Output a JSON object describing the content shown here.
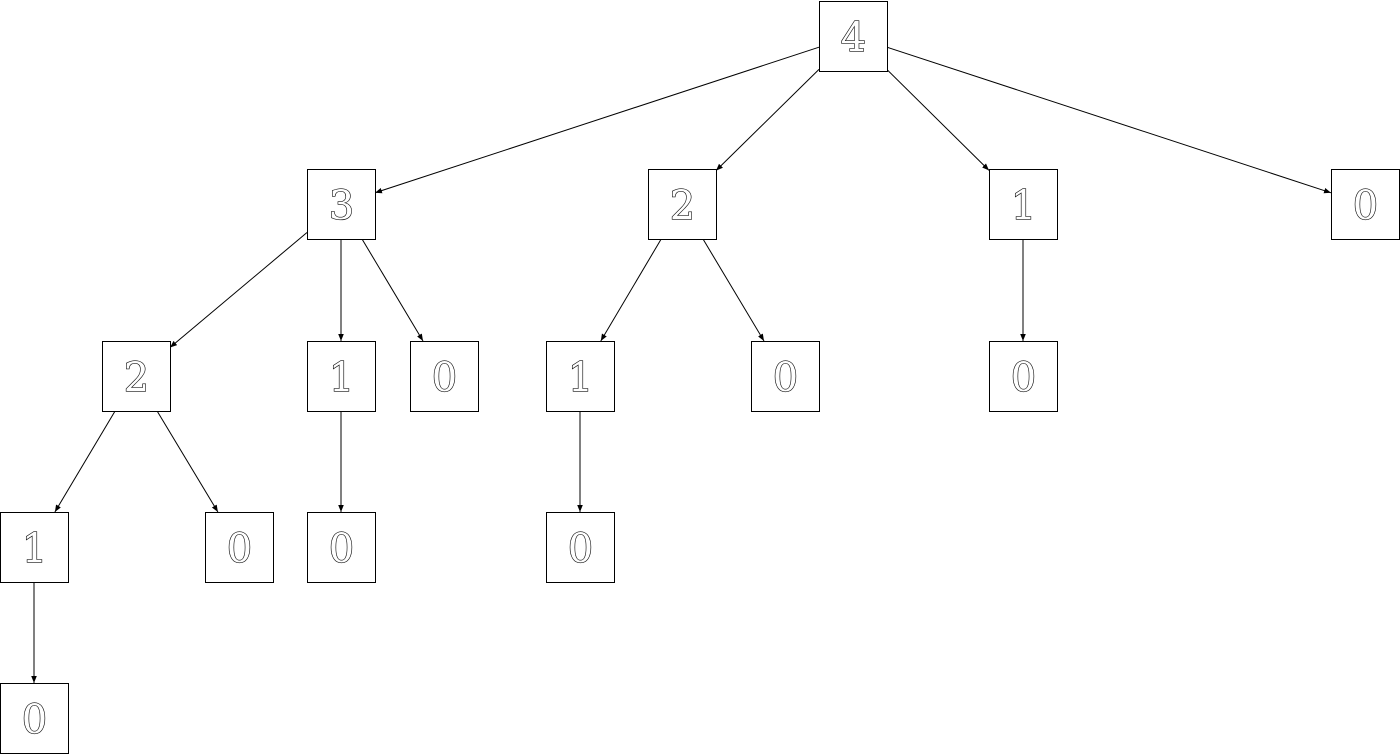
{
  "tree": {
    "nodes": [
      {
        "id": "n0",
        "label": "4"
      },
      {
        "id": "n1",
        "label": "3"
      },
      {
        "id": "n2",
        "label": "2"
      },
      {
        "id": "n3",
        "label": "1"
      },
      {
        "id": "n4",
        "label": "0"
      },
      {
        "id": "n5",
        "label": "2"
      },
      {
        "id": "n6",
        "label": "1"
      },
      {
        "id": "n7",
        "label": "0"
      },
      {
        "id": "n8",
        "label": "1"
      },
      {
        "id": "n9",
        "label": "0"
      },
      {
        "id": "n10",
        "label": "0"
      },
      {
        "id": "n11",
        "label": "1"
      },
      {
        "id": "n12",
        "label": "0"
      },
      {
        "id": "n13",
        "label": "0"
      },
      {
        "id": "n14",
        "label": "0"
      },
      {
        "id": "n15",
        "label": "0"
      }
    ],
    "edges": [
      {
        "from": "n0",
        "to": "n1"
      },
      {
        "from": "n0",
        "to": "n2"
      },
      {
        "from": "n0",
        "to": "n3"
      },
      {
        "from": "n0",
        "to": "n4"
      },
      {
        "from": "n1",
        "to": "n5"
      },
      {
        "from": "n1",
        "to": "n6"
      },
      {
        "from": "n1",
        "to": "n7"
      },
      {
        "from": "n2",
        "to": "n8"
      },
      {
        "from": "n2",
        "to": "n9"
      },
      {
        "from": "n3",
        "to": "n10"
      },
      {
        "from": "n5",
        "to": "n11"
      },
      {
        "from": "n5",
        "to": "n12"
      },
      {
        "from": "n6",
        "to": "n13"
      },
      {
        "from": "n8",
        "to": "n14"
      },
      {
        "from": "n11",
        "to": "n15"
      }
    ]
  },
  "colors": {
    "line": "#000000",
    "box_fill": "#ffffff",
    "box_stroke": "#000000"
  }
}
